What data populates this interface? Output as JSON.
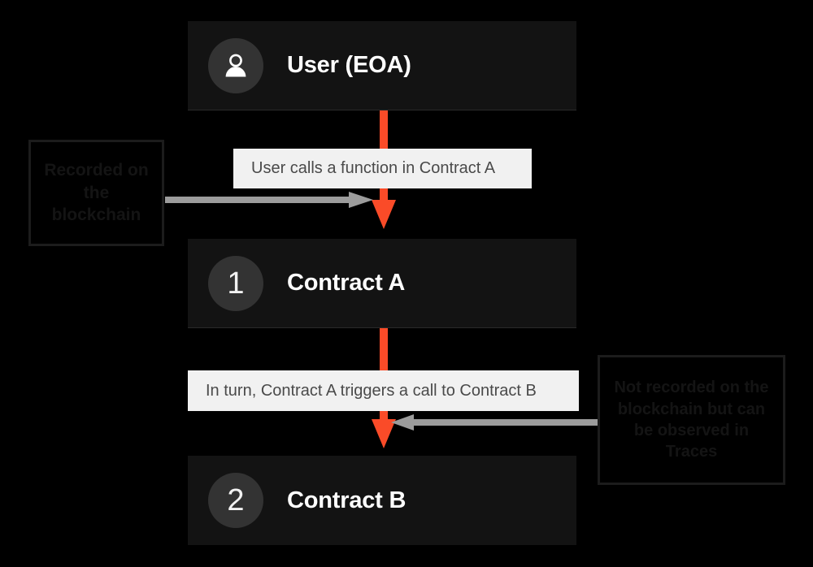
{
  "diagram": {
    "title": "Contract call flow",
    "background_color": "#000000",
    "accent_color": "#fa4b28",
    "node_background": "#131313",
    "caption_background": "#f1f1f1"
  },
  "nodes": [
    {
      "id": "user",
      "badge_type": "avatar",
      "badge_icon": "person-icon",
      "badge_text": "",
      "title": "User (EOA)"
    },
    {
      "id": "contract-a",
      "badge_type": "number",
      "badge_icon": "",
      "badge_text": "1",
      "title": "Contract A"
    },
    {
      "id": "contract-b",
      "badge_type": "number",
      "badge_icon": "",
      "badge_text": "2",
      "title": "Contract B"
    }
  ],
  "captions": [
    {
      "id": "caption-1",
      "text": "User calls a function in Contract A"
    },
    {
      "id": "caption-2",
      "text": "In turn, Contract A triggers a call to Contract B"
    }
  ],
  "annotations": [
    {
      "id": "annotation-left",
      "text": "Recorded on the blockchain"
    },
    {
      "id": "annotation-right",
      "text": "Not recorded on the blockchain but can be observed in Traces"
    }
  ],
  "arrows": [
    {
      "id": "flow-arrow-1",
      "color": "#fa4b28",
      "direction": "down",
      "from": "user",
      "to": "contract-a"
    },
    {
      "id": "flow-arrow-2",
      "color": "#fa4b28",
      "direction": "down",
      "from": "contract-a",
      "to": "contract-b"
    },
    {
      "id": "grey-arrow-left",
      "color": "#9c9c9c",
      "direction": "right",
      "from": "annotation-left",
      "to": "flow-arrow-1"
    },
    {
      "id": "grey-arrow-right",
      "color": "#9c9c9c",
      "direction": "left",
      "from": "annotation-right",
      "to": "flow-arrow-2"
    }
  ]
}
